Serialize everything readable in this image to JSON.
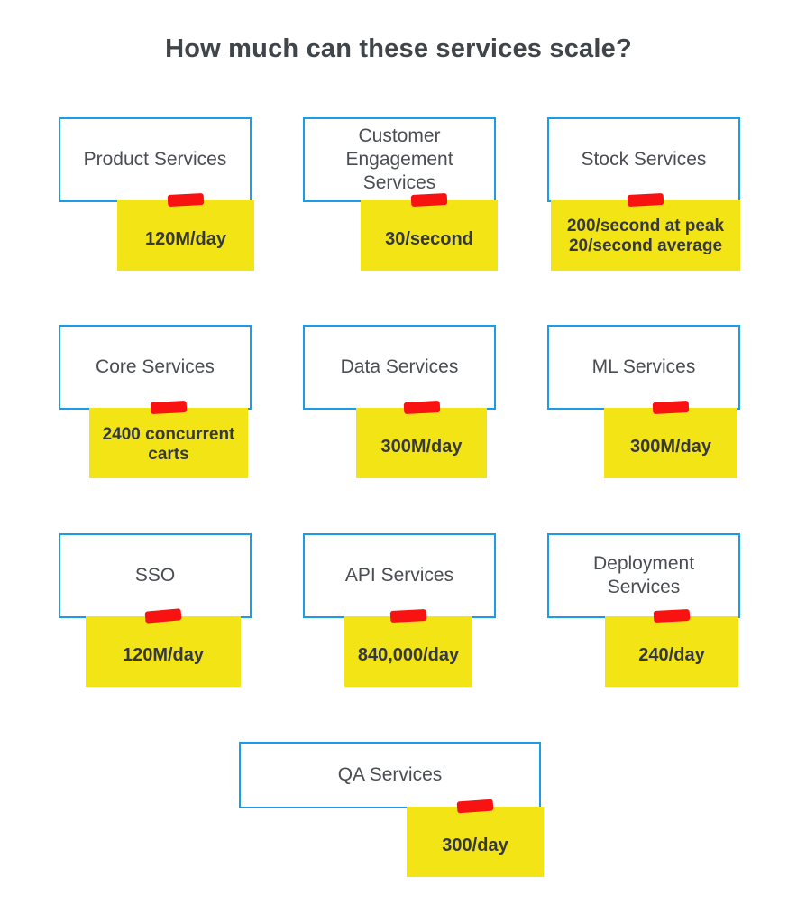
{
  "title": "How much can these services scale?",
  "colors": {
    "box_border": "#1c9be8",
    "sticky_yellow": "#f3e416",
    "tape_red": "#f91212",
    "title_text": "#40454a",
    "service_text": "#4a4e53",
    "note_text": "#35393d"
  },
  "rows": [
    {
      "cards": [
        {
          "id": "product-services",
          "service": "Product Services",
          "note_lines": [
            "120M/day"
          ]
        },
        {
          "id": "customer-engagement-services",
          "service": "Customer Engagement Services",
          "note_lines": [
            "30/second"
          ]
        },
        {
          "id": "stock-services",
          "service": "Stock Services",
          "note_lines": [
            "200/second at peak",
            "20/second average"
          ]
        }
      ]
    },
    {
      "cards": [
        {
          "id": "core-services",
          "service": "Core Services",
          "note_lines": [
            "2400 concurrent",
            "carts"
          ]
        },
        {
          "id": "data-services",
          "service": "Data Services",
          "note_lines": [
            "300M/day"
          ]
        },
        {
          "id": "ml-services",
          "service": "ML Services",
          "note_lines": [
            "300M/day"
          ]
        }
      ]
    },
    {
      "cards": [
        {
          "id": "sso",
          "service": "SSO",
          "note_lines": [
            "120M/day"
          ]
        },
        {
          "id": "api-services",
          "service": "API Services",
          "note_lines": [
            "840,000/day"
          ]
        },
        {
          "id": "deployment-services",
          "service": "Deployment Services",
          "note_lines": [
            "240/day"
          ]
        }
      ]
    },
    {
      "cards": [
        {
          "id": "qa-services",
          "service": "QA Services",
          "note_lines": [
            "300/day"
          ]
        }
      ]
    }
  ]
}
